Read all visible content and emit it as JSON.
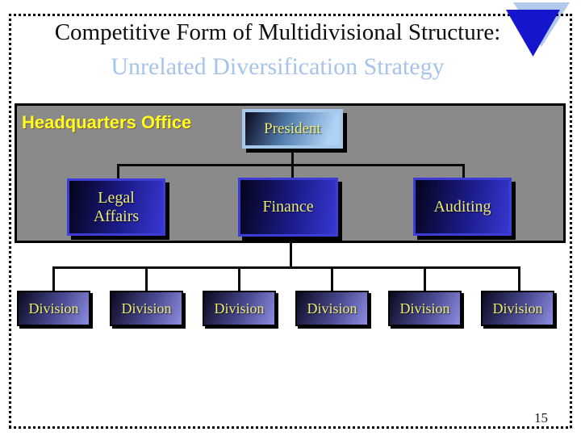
{
  "slide": {
    "title_line1": "Competitive Form of Multidivisional Structure:",
    "title_line2": "Unrelated Diversification Strategy",
    "page_number": "15"
  },
  "org": {
    "hq_label": "Headquarters Office",
    "president": "President",
    "staff": [
      "Legal\nAffairs",
      "Finance",
      "Auditing"
    ],
    "divisions": [
      "Division",
      "Division",
      "Division",
      "Division",
      "Division",
      "Division"
    ]
  },
  "icons": {
    "logo_front": "down-triangle-logo-dark",
    "logo_back": "down-triangle-logo-light"
  },
  "colors": {
    "title_text": "#0e0e0e",
    "subtitle_text": "#a6c3e9",
    "panel_bg": "#8a8a8a",
    "hq_label_text": "#ffff22",
    "node_label_text": "#ecec75",
    "staff_box_blue": "#3737d2",
    "division_box_periwinkle": "#8d8de2",
    "president_box_light": "#aed2f4",
    "logo_dark_blue": "#1515cd",
    "logo_light_blue": "#b2c9ec",
    "connector": "#0a0a0a"
  }
}
